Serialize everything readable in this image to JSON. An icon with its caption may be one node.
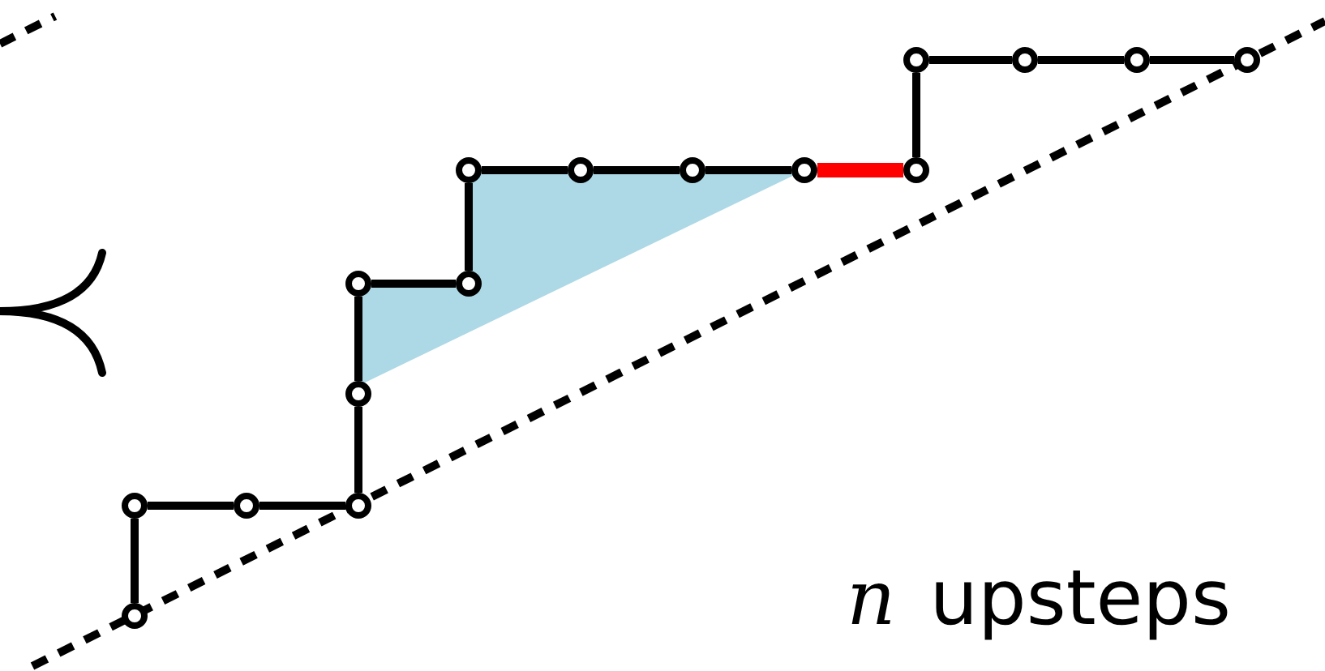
{
  "diagram": {
    "nodes": [
      {
        "text": [],
        "shape": "circle"
      },
      {
        "text": [],
        "shape": "circle"
      },
      {
        "text": [],
        "shape": "circle"
      },
      {
        "text": [],
        "shape": "circle"
      },
      {
        "text": [],
        "shape": "circle"
      },
      {
        "text": [],
        "shape": "circle"
      },
      {
        "text": [],
        "shape": "circle"
      },
      {
        "text": [],
        "shape": "circle"
      },
      {
        "text": [],
        "shape": "circle"
      },
      {
        "text": [],
        "shape": "circle"
      },
      {
        "text": [],
        "shape": "circle"
      },
      {
        "text": [],
        "shape": "circle"
      },
      {
        "text": [],
        "shape": "circle"
      },
      {
        "text": [],
        "shape": "circle"
      },
      {
        "text": [],
        "shape": "circle"
      },
      {
        "text": [],
        "shape": "circle"
      }
    ],
    "edges": [
      {
        "from": 0,
        "to": 1,
        "arrow": "none"
      },
      {
        "from": 1,
        "to": 2,
        "arrow": "none"
      },
      {
        "from": 2,
        "to": 3,
        "arrow": "none"
      },
      {
        "from": 3,
        "to": 4,
        "arrow": "none"
      },
      {
        "from": 4,
        "to": 5,
        "arrow": "none"
      },
      {
        "from": 5,
        "to": 6,
        "arrow": "none"
      },
      {
        "from": 6,
        "to": 7,
        "arrow": "none"
      },
      {
        "from": 7,
        "to": 8,
        "arrow": "none"
      },
      {
        "from": 8,
        "to": 9,
        "arrow": "none"
      },
      {
        "from": 9,
        "to": 10,
        "arrow": "none"
      },
      {
        "from": 10,
        "to": 11,
        "arrow": "none",
        "style": "thick",
        "color": "#ff0000"
      },
      {
        "from": 11,
        "to": 12,
        "arrow": "none"
      },
      {
        "from": 12,
        "to": 13,
        "arrow": "none"
      },
      {
        "from": 13,
        "to": 14,
        "arrow": "none"
      },
      {
        "from": 14,
        "to": 15,
        "arrow": "none"
      }
    ],
    "labels": [
      "*n* upsteps"
    ]
  }
}
